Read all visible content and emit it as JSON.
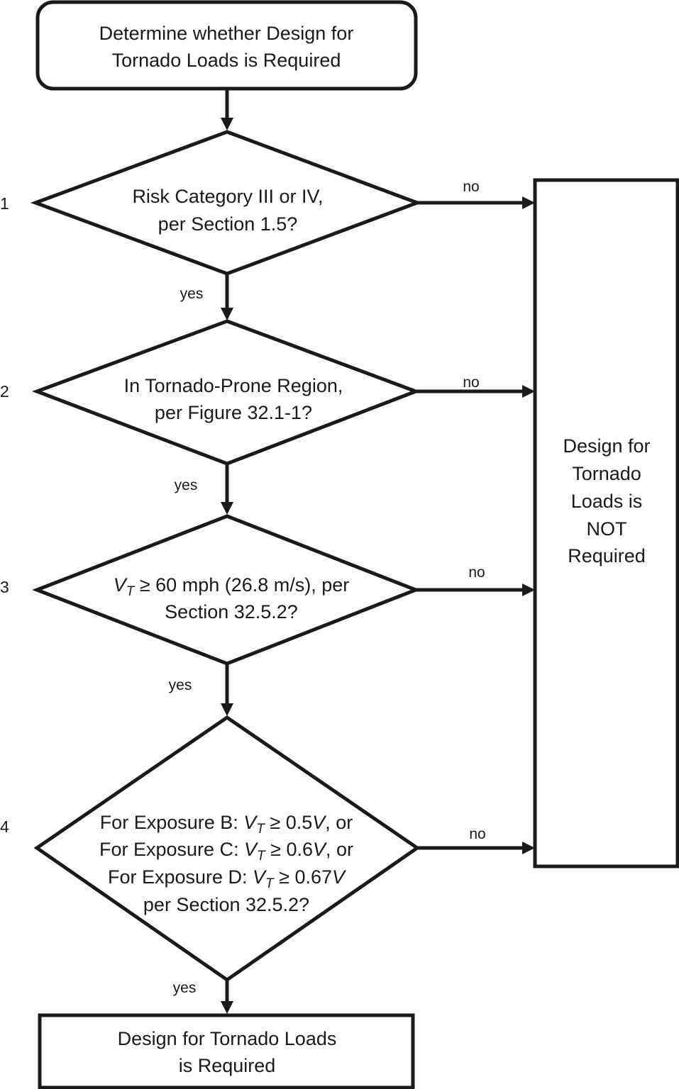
{
  "start": {
    "line1": "Determine whether Design for",
    "line2": "Tornado Loads is Required"
  },
  "steps": [
    {
      "number": "1",
      "lines": [
        "Risk Category III or IV,",
        "per Section 1.5?"
      ],
      "no_label": "no",
      "yes_label": "yes"
    },
    {
      "number": "2",
      "lines": [
        "In Tornado-Prone Region,",
        "per Figure 32.1-1?"
      ],
      "no_label": "no",
      "yes_label": "yes"
    },
    {
      "number": "3",
      "line1_var": "V",
      "line1_sub": "T",
      "line1_rest": " ≥ 60 mph (26.8 m/s), per",
      "line2": "Section 32.5.2?",
      "no_label": "no",
      "yes_label": "yes"
    },
    {
      "number": "4",
      "rows": [
        {
          "pre": "For Exposure B: ",
          "var": "V",
          "sub": "T",
          "mid": " ≥ 0.5",
          "var2": "V",
          "post": ", or"
        },
        {
          "pre": "For Exposure C: ",
          "var": "V",
          "sub": "T",
          "mid": " ≥ 0.6",
          "var2": "V",
          "post": ", or"
        },
        {
          "pre": "For Exposure D: ",
          "var": "V",
          "sub": "T",
          "mid": " ≥ 0.67",
          "var2": "V",
          "post": ""
        }
      ],
      "last_line": "per Section 32.5.2?",
      "no_label": "no",
      "yes_label": "yes"
    }
  ],
  "not_required": [
    "Design for",
    "Tornado",
    "Loads is",
    "NOT",
    "Required"
  ],
  "required": {
    "line1": "Design for Tornado Loads",
    "line2": "is Required"
  }
}
